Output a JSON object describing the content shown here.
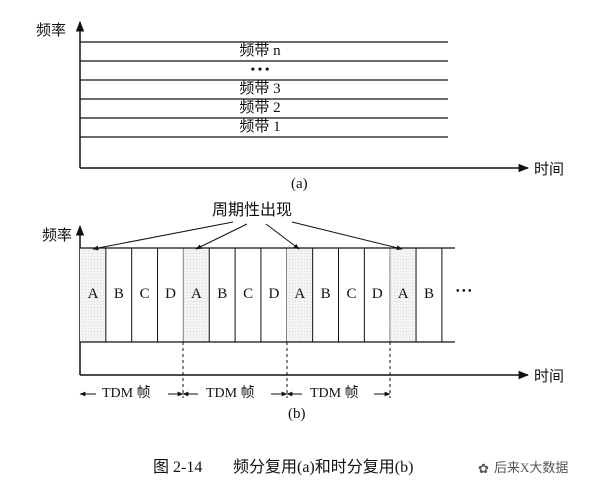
{
  "diagram_a": {
    "y_axis_label": "频率",
    "x_axis_label": "时间",
    "bands": [
      "频带 n",
      "• • •",
      "频带 3",
      "频带 2",
      "频带 1"
    ],
    "sublabel": "(a)"
  },
  "diagram_b": {
    "y_axis_label": "频率",
    "x_axis_label": "时间",
    "annotation": "周期性出现",
    "slots": [
      "A",
      "B",
      "C",
      "D",
      "A",
      "B",
      "C",
      "D",
      "A",
      "B",
      "C",
      "D",
      "A",
      "B"
    ],
    "ellipsis": "• • •",
    "frame_labels": [
      "TDM 帧",
      "TDM 帧",
      "TDM 帧"
    ],
    "sublabel": "(b)"
  },
  "caption": {
    "number": "图 2-14",
    "text": "频分复用(a)和时分复用(b)"
  },
  "watermark": {
    "text": "后来X大数据"
  }
}
